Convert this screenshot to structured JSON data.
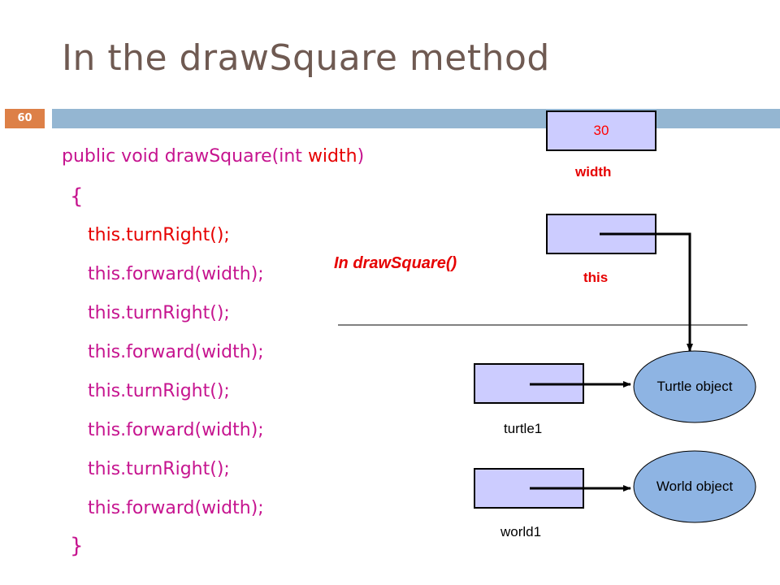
{
  "slide": {
    "title": "In the drawSquare method",
    "number": "60"
  },
  "code": {
    "signature_prefix": "public void drawSquare(int ",
    "signature_param": "width",
    "signature_suffix": ")",
    "open_brace": "{",
    "lines": [
      "this.turnRight();",
      "this.forward(width);",
      "this.turnRight();",
      "this.forward(width);",
      "this.turnRight();",
      "this.forward(width);",
      "this.turnRight();",
      "this.forward(width);"
    ],
    "close_brace": "}"
  },
  "diagram": {
    "scope_label": "In drawSquare()",
    "width_box": {
      "value": "30",
      "label": "width"
    },
    "this_box": {
      "label": "this"
    },
    "turtle1_box": {
      "label": "turtle1"
    },
    "world1_box": {
      "label": "world1"
    },
    "turtle_object": "Turtle object",
    "world_object": "World object"
  },
  "colors": {
    "title": "#6f5a52",
    "code": "#c6148f",
    "keyword_red": "#e60000",
    "header_bar": "#94b6d2",
    "slide_number_bg": "#dd8047",
    "box_fill": "#ccccff",
    "oval_fill": "#8eb4e3"
  }
}
